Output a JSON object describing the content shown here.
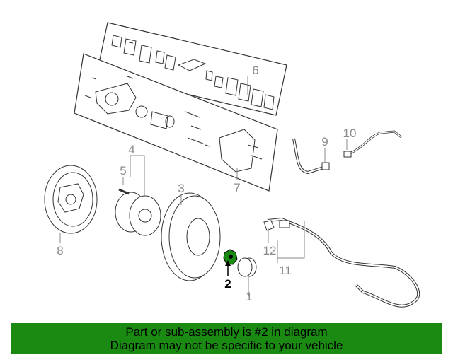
{
  "diagram": {
    "callouts": {
      "c1": "1",
      "c2": "2",
      "c3": "3",
      "c4": "4",
      "c5": "5",
      "c6": "6",
      "c7": "7",
      "c8": "8",
      "c9": "9",
      "c10": "10",
      "c11": "11",
      "c12": "12"
    },
    "highlighted_part": "2",
    "highlight_color": "#1a8a12"
  },
  "banner": {
    "line1": "Part or sub-assembly is #2 in diagram",
    "line2": "Diagram may not be specific to your vehicle",
    "background": "#1a8a12"
  }
}
